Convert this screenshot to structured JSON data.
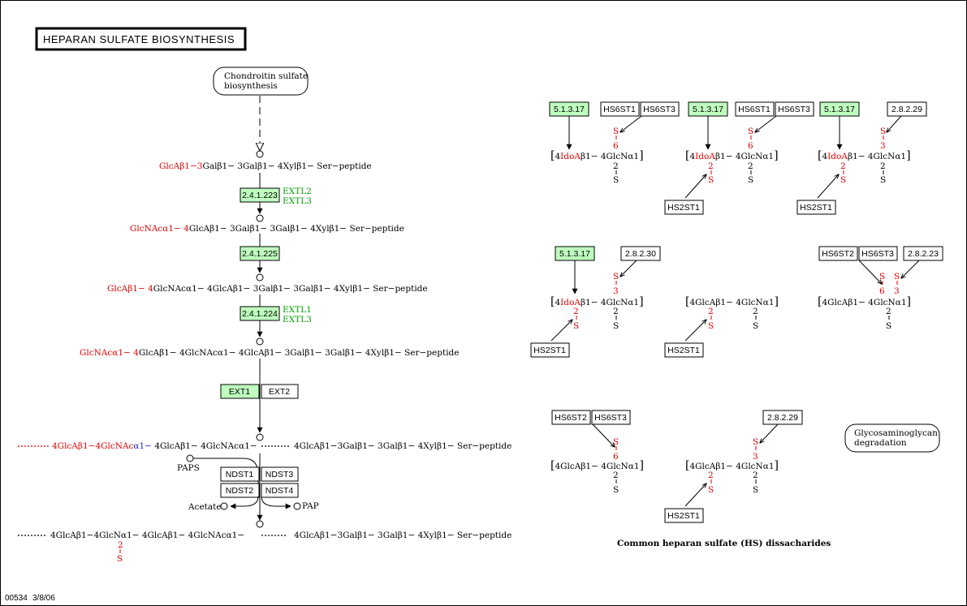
{
  "title": "HEPARAN SULFATE BIOSYNTHESIS",
  "footer": {
    "id": "00534",
    "date": "3/8/06"
  },
  "links": {
    "chondroitin": [
      "Chondroitin sulfate",
      "biosynthesis"
    ],
    "gag_degradation": [
      "Glycosaminoglycan",
      "degradation"
    ]
  },
  "pathway": {
    "row1": {
      "red": "GlcAβ1−3",
      "black": "Galβ1− 3Galβ1− 4Xylβ1− Ser−peptide"
    },
    "row2": {
      "red": "GlcNAcα1− 4",
      "black": "GlcAβ1− 3Galβ1− 3Galβ1− 4Xylβ1− Ser−peptide"
    },
    "row3": {
      "red": "GlcAβ1− 4",
      "black": "GlcNAcα1− 4GlcAβ1− 3Galβ1− 3Galβ1− 4Xylβ1− Ser−peptide"
    },
    "row4": {
      "red": "GlcNAcα1− 4",
      "black": "GlcAβ1− 4GlcNAcα1− 4GlcAβ1− 3Galβ1− 3Galβ1− 4Xylβ1− Ser−peptide"
    },
    "row5": {
      "red1": "4GlcAβ1−4GlcNAc",
      "blue": "α1−",
      "black1": " 4GlcAβ1− 4GlcNAcα1−",
      "black2": "4GlcAβ1−3Galβ1− 3Galβ1− 4Xylβ1− Ser−peptide"
    },
    "row6": {
      "black1": "4GlcAβ1−4GlcNα1− 4GlcAβ1− 4GlcNAcα1−",
      "black2": "4GlcAβ1−3Galβ1− 3Galβ1− 4Xylβ1− Ser−peptide",
      "sub_2": "2",
      "sub_s": "S"
    },
    "enzymes": {
      "e1": {
        "ec": "2.4.1.223",
        "genes": [
          "EXTL2",
          "EXTL3"
        ]
      },
      "e2": {
        "ec": "2.4.1.225"
      },
      "e3": {
        "ec": "2.4.1.224",
        "genes": [
          "EXTL1",
          "EXTL3"
        ]
      },
      "ext1": "EXT1",
      "ext2": "EXT2",
      "ndst": [
        "NDST1",
        "NDST3",
        "NDST2",
        "NDST4"
      ]
    },
    "compounds": {
      "paps": "PAPS",
      "acetate": "Acetate",
      "pap": "PAP"
    }
  },
  "disaccharides": {
    "caption": "Common heparan sulfate (HS) dissacharides",
    "unit": {
      "idoa_pre": "4",
      "idoa": "IdoA",
      "idoa_post": "β1− 4GlcNα1",
      "glca": "4GlcAβ1− 4GlcNα1",
      "two": "2",
      "three": "3",
      "six": "6",
      "s": "S"
    },
    "d1": {
      "ec": "5.1.3.17",
      "genes": [
        "HS6ST1",
        "HS6ST3"
      ]
    },
    "d2": {
      "ec": "5.1.3.17",
      "genes": [
        "HS6ST1",
        "HS6ST3"
      ],
      "hs2": "HS2ST1"
    },
    "d3": {
      "ec": "5.1.3.17",
      "ec2": "2.8.2.29",
      "hs2": "HS2ST1"
    },
    "d4": {
      "ec": "5.1.3.17",
      "ec2": "2.8.2.30",
      "hs2": "HS2ST1"
    },
    "d5": {
      "hs2": "HS2ST1"
    },
    "d6": {
      "genes": [
        "HS6ST2",
        "HS6ST3"
      ],
      "ec2": "2.8.2.23"
    },
    "d7": {
      "genes": [
        "HS6ST2",
        "HS6ST3"
      ]
    },
    "d8": {
      "ec2": "2.8.2.29",
      "hs2": "HS2ST1"
    }
  },
  "colors": {
    "enzyme_fill": "#bfffbf",
    "red": "#e00000",
    "green": "#00a000",
    "blue": "#2020c0"
  }
}
